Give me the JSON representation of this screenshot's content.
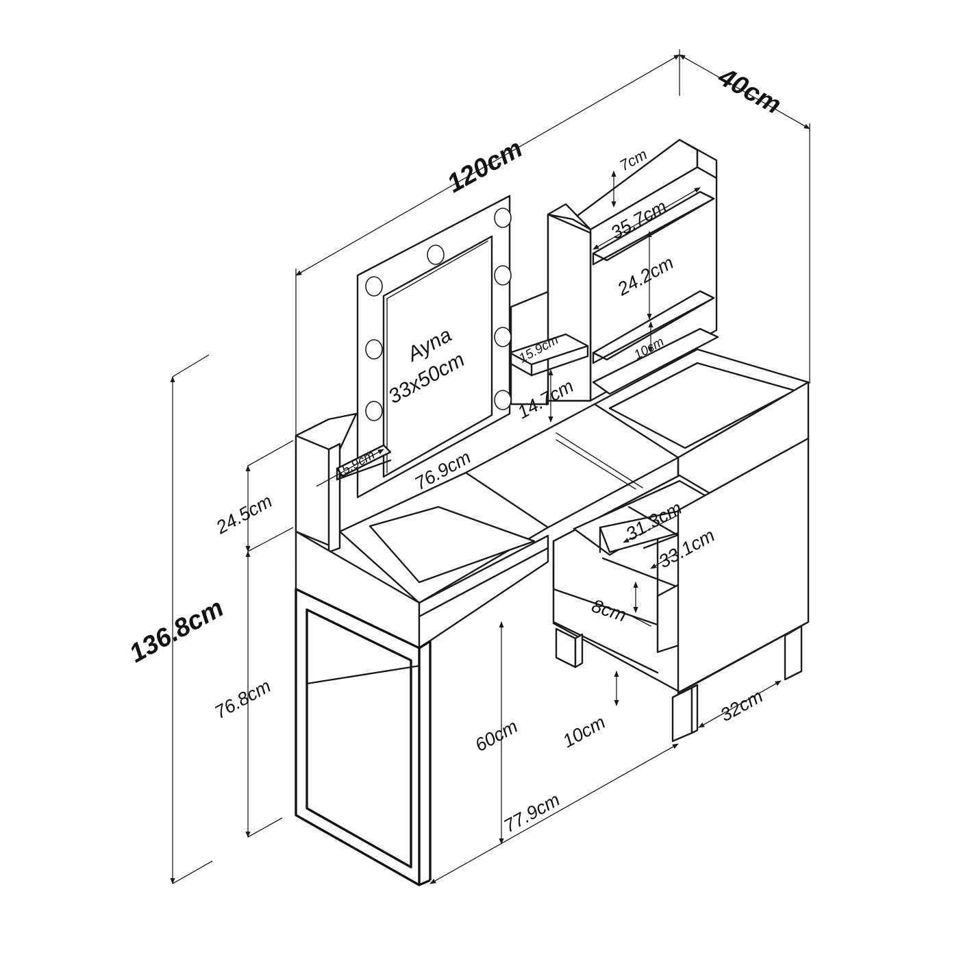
{
  "drawing": {
    "mirror": {
      "label": "Ayna",
      "size": "33x50cm"
    },
    "dimensions": {
      "total_width": "120cm",
      "depth": "40cm",
      "total_height": "136.8cm",
      "top_unit_height": "24.5cm",
      "table_height": "76.8cm",
      "cabinet_top_shelf": "7cm",
      "cabinet_shelf_width": "35.7cm",
      "cabinet_shelf_gap": "24.2cm",
      "cabinet_bottom_gap": "10cm",
      "small_shelf_right": "15.9cm",
      "small_shelf_left": "15.9cm",
      "small_shelf_height": "14.7cm",
      "desk_opening": "76.9cm",
      "drawer_width_inner": "31.3cm",
      "drawer_depth_inner": "33.1cm",
      "drawer_height": "8cm",
      "knee_height": "60cm",
      "leg_height": "10cm",
      "leg_depth": "32cm",
      "base_width": "77.9cm"
    }
  }
}
